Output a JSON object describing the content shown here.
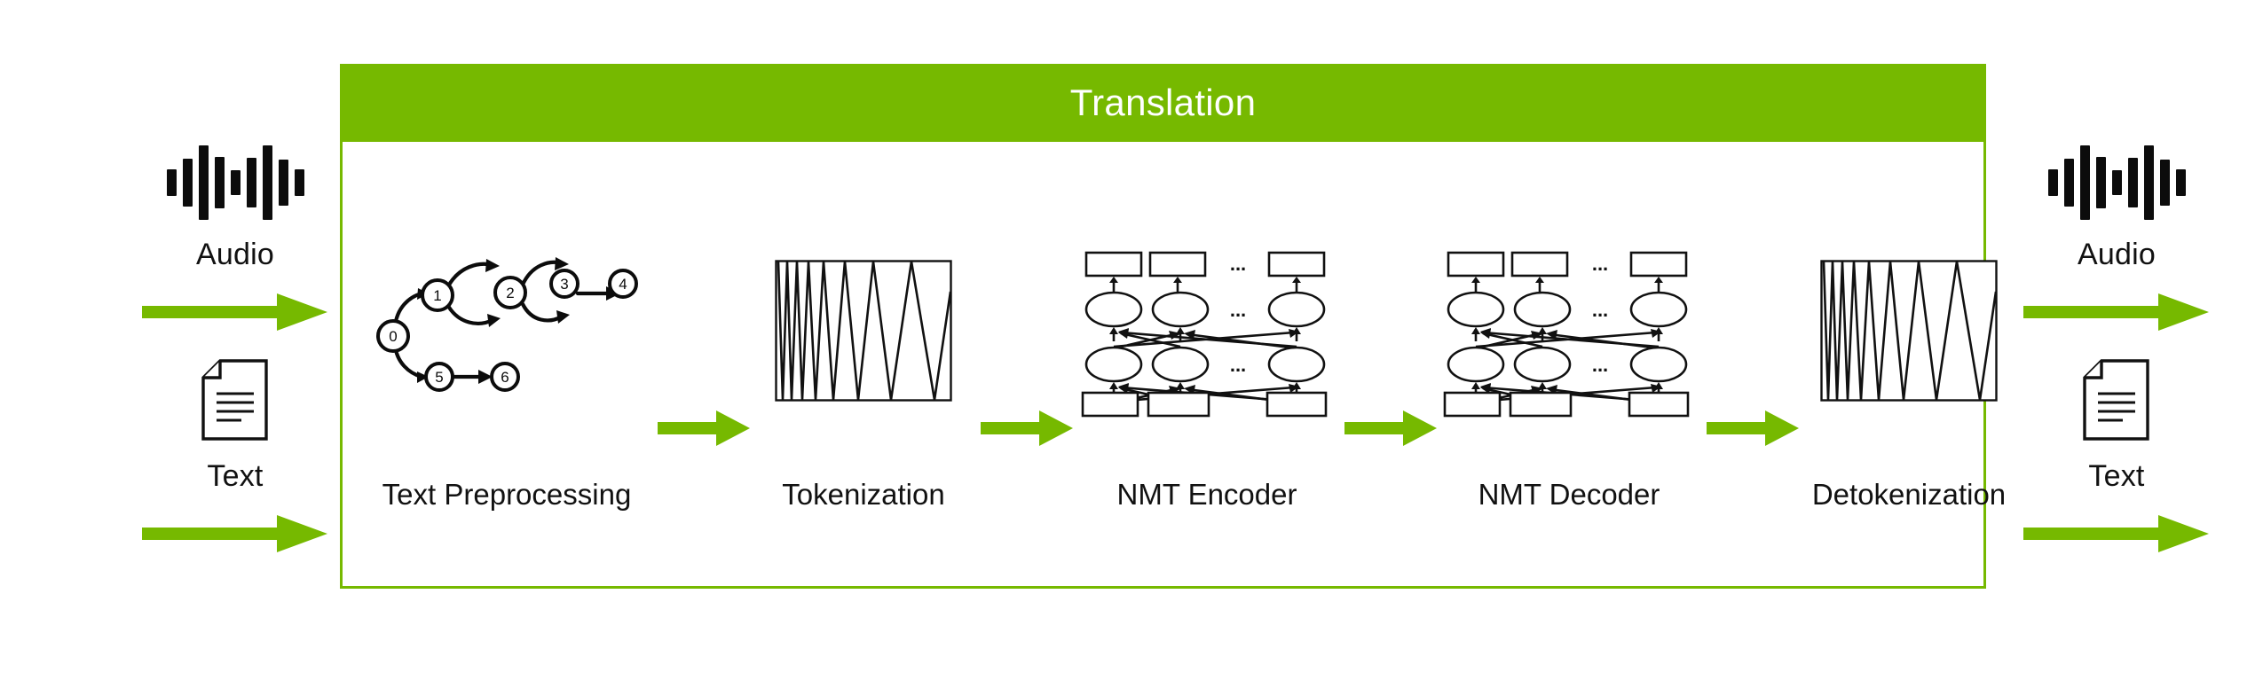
{
  "diagram": {
    "kind": "pipeline-block-diagram",
    "panel": {
      "title": "Translation",
      "border_color": "#76b900",
      "header_bg": "#76b900",
      "header_text_color": "#ffffff",
      "background": "#ffffff"
    },
    "accent_color": "#76b900",
    "line_color": "#111111",
    "inputs": [
      {
        "icon": "audio-waveform-icon",
        "label": "Audio",
        "arrow": "right-arrow-icon"
      },
      {
        "icon": "text-document-icon",
        "label": "Text",
        "arrow": "right-arrow-icon"
      }
    ],
    "outputs": [
      {
        "icon": "audio-waveform-icon",
        "label": "Audio",
        "arrow": "right-arrow-icon"
      },
      {
        "icon": "text-document-icon",
        "label": "Text",
        "arrow": "right-arrow-icon"
      }
    ],
    "stages": [
      {
        "id": "text-preprocessing",
        "label": "Text Preprocessing",
        "art": "directed-graph",
        "nodes": [
          "0",
          "1",
          "2",
          "3",
          "4",
          "5",
          "6"
        ]
      },
      {
        "id": "tokenization",
        "label": "Tokenization",
        "art": "sawtooth-box"
      },
      {
        "id": "nmt-encoder",
        "label": "NMT Encoder",
        "art": "rnn-lattice",
        "ellipsis": "..."
      },
      {
        "id": "nmt-decoder",
        "label": "NMT Decoder",
        "art": "rnn-lattice",
        "ellipsis": "..."
      },
      {
        "id": "detokenization",
        "label": "Detokenization",
        "art": "sawtooth-box"
      }
    ],
    "flow_arrows": [
      {
        "from": "text-preprocessing",
        "to": "tokenization"
      },
      {
        "from": "tokenization",
        "to": "nmt-encoder"
      },
      {
        "from": "nmt-encoder",
        "to": "nmt-decoder"
      },
      {
        "from": "nmt-decoder",
        "to": "detokenization"
      }
    ],
    "waveform_bar_heights": [
      30,
      54,
      84,
      58,
      28,
      56,
      84,
      52,
      30
    ]
  }
}
